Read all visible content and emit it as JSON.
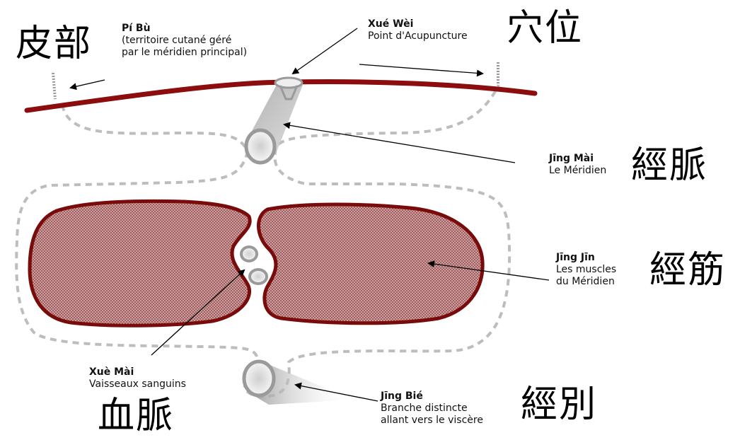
{
  "labels": {
    "pi_bu": {
      "pinyin": "Pí Bù",
      "desc_line1": "(territoire cutané géré",
      "desc_line2": "par le méridien principal)",
      "chinese": "皮部"
    },
    "xue_wei": {
      "pinyin": "Xué Wèi",
      "desc_line1": "Point d'Acupuncture",
      "chinese": "穴位"
    },
    "jing_mai": {
      "pinyin": "Jīng Mài",
      "desc_line1": "Le Méridien",
      "chinese": "經脈"
    },
    "jing_jin": {
      "pinyin": "Jīng Jīn",
      "desc_line1": "Les muscles",
      "desc_line2": "du Méridien",
      "chinese": "經筋"
    },
    "xue_mai": {
      "pinyin": "Xuè Mài",
      "desc_line1": "Vaisseaux sanguins",
      "chinese": "血脈"
    },
    "jing_bie": {
      "pinyin": "Jīng Bié",
      "desc_line1": "Branche distincte",
      "desc_line2": "allant vers le viscère",
      "chinese": "經別"
    }
  },
  "colors": {
    "skin_line": "#8b0d0d",
    "muscle_outline": "#7a0b0b",
    "muscle_fill": "#b98383",
    "dashed": "#bdbdbd",
    "vessel": "#9a9a9a",
    "arrow": "#000000"
  }
}
